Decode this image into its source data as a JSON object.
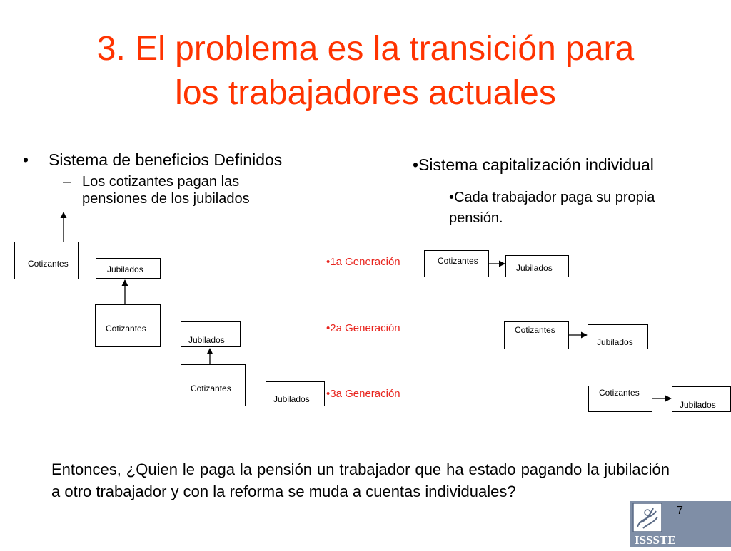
{
  "slide": {
    "title_line1": "3. El problema es la transición para",
    "title_line2": "los trabajadores actuales",
    "left": {
      "bullet_marker": "•",
      "bullet": "Sistema de beneficios Definidos",
      "sub_marker": "–",
      "sub_line1": "Los cotizantes pagan las",
      "sub_line2": "pensiones de los jubilados"
    },
    "right": {
      "bullet": "•Sistema capitalización individual",
      "sub_line1": "•Cada trabajador paga su propia",
      "sub_line2": "pensión."
    },
    "generations": [
      "•1a Generación",
      "•2a Generación",
      "•3a Generación"
    ],
    "left_diagram": {
      "cotizantes_label": "Cotizantes",
      "jubilados_label": "Jubilados"
    },
    "right_diagram": {
      "cotizantes_label": "Cotizantes",
      "jubilados_label": "Jubilados"
    },
    "question": "Entonces, ¿Quien le paga la pensión un trabajador que ha estado pagando la jubilación a otro trabajador y con la reforma se muda a cuentas individuales?",
    "page_number": "7",
    "logo_text": "ISSSTE",
    "colors": {
      "title": "#ff3300",
      "generation": "#e8231c",
      "logo_bg": "#7f8ea6"
    }
  }
}
